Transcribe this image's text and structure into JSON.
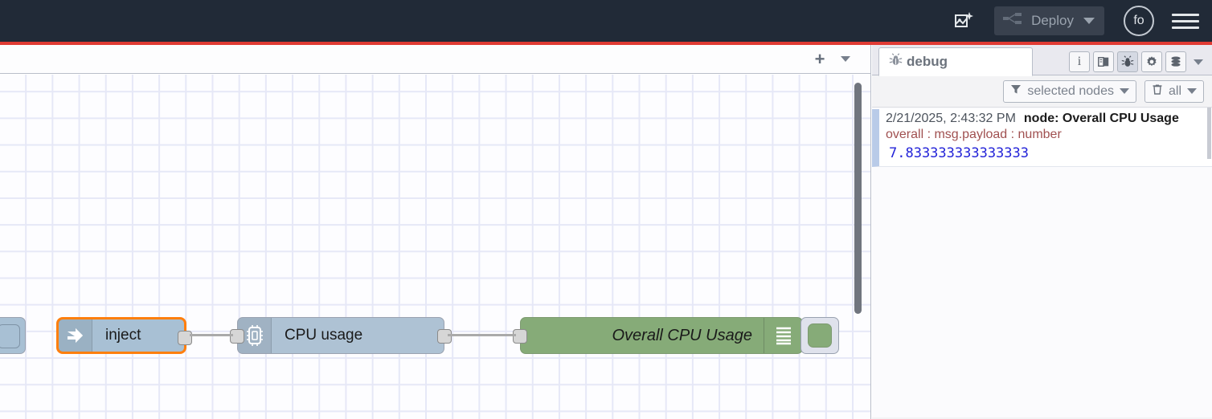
{
  "header": {
    "ai_assist_icon": "flow-ai-assist-icon",
    "deploy": {
      "label": "Deploy",
      "icon": "deploy-icon",
      "dropdown_icon": "caret-down-icon",
      "disabled": true
    },
    "user_avatar": {
      "initials": "fo"
    },
    "menu_icon": "hamburger-menu-icon",
    "background_color": "#212a37",
    "status_bar_color": "#e03b34"
  },
  "workspace": {
    "tab_bar": {
      "add_label": "+",
      "add_icon": "plus-icon",
      "menu_icon": "caret-down-icon"
    },
    "nodes": [
      {
        "id": "offscreen-left",
        "label": "",
        "icon": "node-partial-icon",
        "color": "#a8c0d4"
      },
      {
        "id": "inject",
        "label": "inject",
        "icon": "inject-arrow-icon",
        "color": "#a8c0d4",
        "selected": true,
        "selection_color": "#ff7f0e"
      },
      {
        "id": "cpu-usage",
        "label": "CPU usage",
        "icon": "cpu-chip-icon",
        "color": "#aec2d4"
      },
      {
        "id": "overall-cpu-usage",
        "label": "Overall CPU Usage",
        "icon": "debug-lines-icon",
        "color": "#86ab78",
        "toggle_enabled": true
      }
    ]
  },
  "sidebar": {
    "tabs": [
      {
        "id": "debug",
        "label": "debug",
        "icon": "bug-icon",
        "active": true
      }
    ],
    "tab_actions": [
      {
        "id": "info",
        "icon": "info-icon",
        "label": "i",
        "active": false
      },
      {
        "id": "help",
        "icon": "book-icon",
        "label": "",
        "active": false
      },
      {
        "id": "debug",
        "icon": "bug-icon",
        "label": "",
        "active": true
      },
      {
        "id": "config",
        "icon": "gear-icon",
        "label": "",
        "active": false
      },
      {
        "id": "context",
        "icon": "database-icon",
        "label": "",
        "active": false
      }
    ],
    "tabs_more_icon": "caret-down-icon",
    "debug_toolbar": {
      "filter": {
        "label": "selected nodes",
        "icon": "filter-icon",
        "dropdown_icon": "caret-down-icon"
      },
      "clear": {
        "label": "all",
        "icon": "trash-icon",
        "dropdown_icon": "caret-down-icon"
      }
    },
    "debug_messages": [
      {
        "timestamp": "2/21/2025, 2:43:32 PM",
        "node": "node: Overall CPU Usage",
        "topic": "overall : msg.payload : number",
        "value": "7.833333333333333",
        "accent_color": "#b9cbe8"
      }
    ]
  }
}
